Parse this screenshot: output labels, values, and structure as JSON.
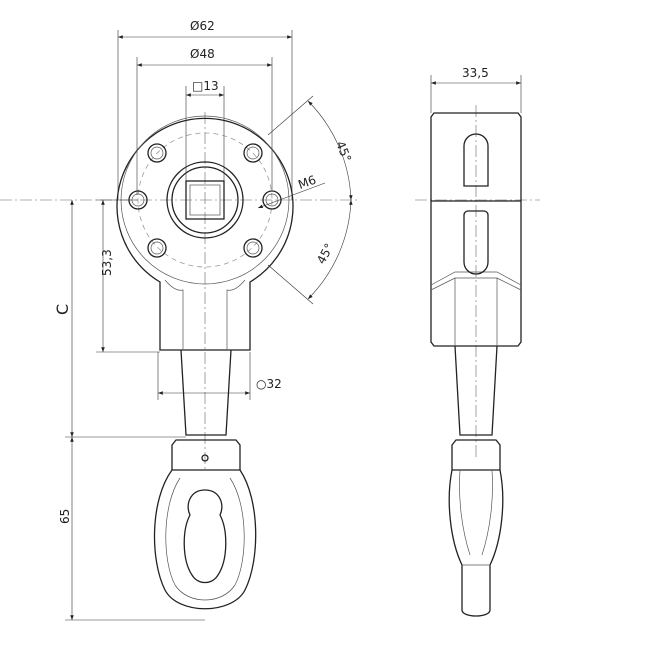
{
  "title": "Technical drawing of gearbox with eye hook",
  "dimensions": {
    "outer_diameter": "Ø62",
    "bolt_circle_diameter": "Ø48",
    "square_drive": "□13",
    "thread": "M6",
    "angle_upper": "45°",
    "angle_lower": "45°",
    "height_center": "53,3",
    "overall": "C",
    "shaft_diameter": "○32",
    "width_side": "33,5",
    "eye_length": "65"
  }
}
